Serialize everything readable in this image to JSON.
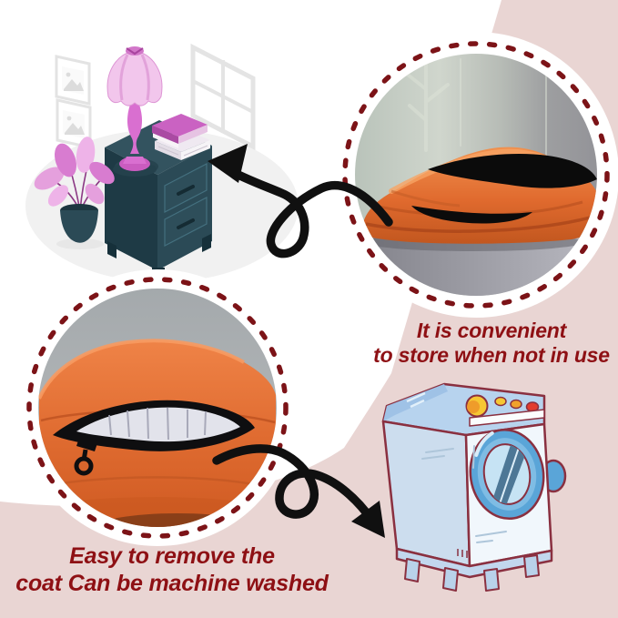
{
  "colors": {
    "pink_panel": "#e9d5d3",
    "dashed_border": "#7c1317",
    "caption_text": "#8e1014",
    "arrow_black": "#101010",
    "blanket_orange": "#e8763f",
    "furniture_teal": "#2b4a56",
    "lamp_pink": "#d96fd0",
    "machine_blue": "#5aa5d8"
  },
  "captions": {
    "storage": {
      "line1": "It is convenient",
      "line2": "to store when not in use"
    },
    "washable": {
      "line1": "Easy to remove the",
      "line2": "coat Can be machine washed"
    }
  },
  "figures": [
    "nightstand-scene",
    "folded-blanket-photo",
    "zipper-open-photo",
    "washing-machine"
  ]
}
